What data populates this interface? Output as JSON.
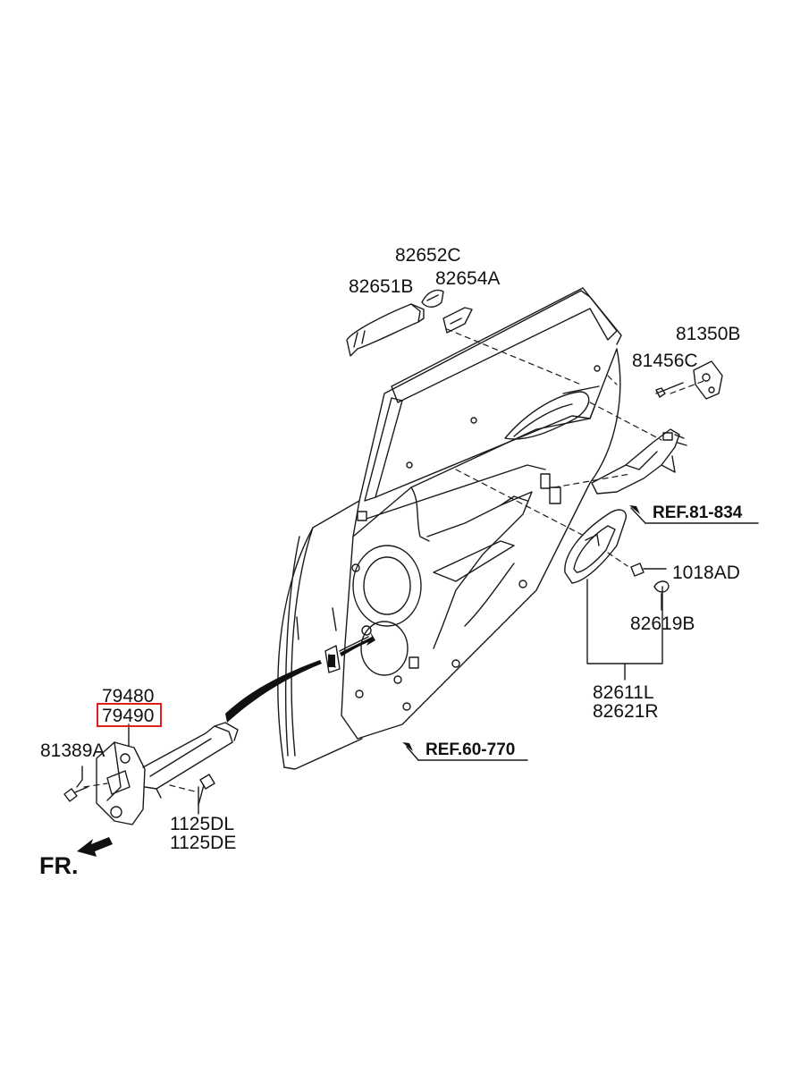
{
  "labels": {
    "p82652C": "82652C",
    "p82651B": "82651B",
    "p82654A": "82654A",
    "p81350B": "81350B",
    "p81456C": "81456C",
    "p1018AD": "1018AD",
    "p82619B": "82619B",
    "p82611L": "82611L",
    "p82621R": "82621R",
    "p79480": "79480",
    "p79490": "79490",
    "p81389A": "81389A",
    "p1125DL": "1125DL",
    "p1125DE": "1125DE"
  },
  "refs": {
    "r81834": "REF.81-834",
    "r60770": "REF.60-770"
  },
  "direction": "FR.",
  "highlight": {
    "part": "79490",
    "color": "#e0201c"
  }
}
